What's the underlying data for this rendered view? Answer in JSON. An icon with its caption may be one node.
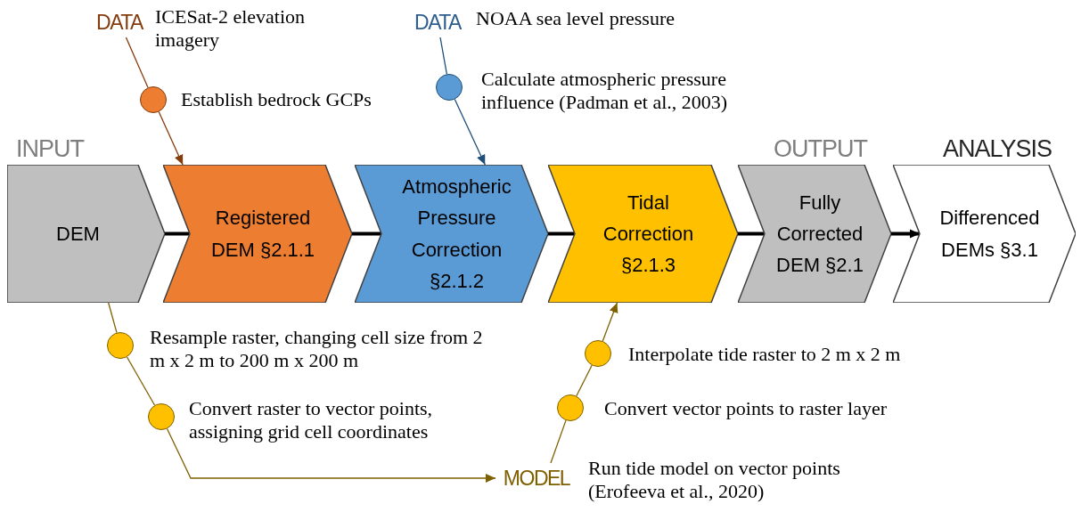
{
  "diagram": {
    "nodes": [
      {
        "text": [
          "INPUT",
          "DEM"
        ]
      },
      {
        "text": [
          "Registered DEM §2.1.1"
        ]
      },
      {
        "text": [
          "Atmospheric Pressure Correction §2.1.2"
        ]
      },
      {
        "text": [
          "Tidal Correction §2.1.3"
        ]
      },
      {
        "text": [
          "OUTPUT",
          "Fully Corrected DEM §2.1"
        ]
      },
      {
        "text": [
          "ANALYSIS",
          "Differenced DEMs §3.1"
        ]
      },
      {
        "text": [
          "DATA"
        ],
        "beside": [
          "ICESat-2 elevation",
          "imagery"
        ]
      },
      {
        "text": [],
        "shape": "circle",
        "beside": [
          "Establish bedrock GCPs"
        ]
      },
      {
        "text": [
          "DATA"
        ],
        "beside": [
          "NOAA sea level pressure"
        ]
      },
      {
        "text": [],
        "shape": "circle",
        "beside": [
          "Calculate atmospheric pressure influence (Padman et al., 2003)"
        ]
      },
      {
        "text": [],
        "shape": "circle",
        "beside": [
          "Resample raster, changing cell size from 2 m x 2 m to 200 m x 200 m"
        ]
      },
      {
        "text": [],
        "shape": "circle",
        "beside": [
          "Convert raster to vector points, assigning grid cell coordinates"
        ]
      },
      {
        "text": [
          "MODEL"
        ],
        "beside": [
          "Run tide model on vector points (Erofeeva et al., 2020)"
        ]
      },
      {
        "text": [],
        "shape": "circle",
        "beside": [
          "Convert vector points to raster layer"
        ]
      },
      {
        "text": [],
        "shape": "circle",
        "beside": [
          "Interpolate tide raster to 2 m x 2 m"
        ]
      }
    ],
    "edges": [
      {
        "from": 0,
        "to": 1,
        "arrow": "none",
        "style": "thick",
        "color": "#000000"
      },
      {
        "from": 1,
        "to": 2,
        "arrow": "none",
        "style": "thick",
        "color": "#000000"
      },
      {
        "from": 2,
        "to": 3,
        "arrow": "none",
        "style": "thick",
        "color": "#000000"
      },
      {
        "from": 3,
        "to": 4,
        "arrow": "none",
        "style": "thick",
        "color": "#000000"
      },
      {
        "from": 4,
        "to": 5,
        "arrow": "to",
        "style": "thick",
        "color": "#000000"
      },
      {
        "from": 6,
        "to": 7,
        "arrow": "none",
        "color": "#843c0c"
      },
      {
        "from": 7,
        "to": 1,
        "arrow": "to",
        "color": "#843c0c"
      },
      {
        "from": 8,
        "to": 9,
        "arrow": "none",
        "color": "#1f4e79"
      },
      {
        "from": 9,
        "to": 2,
        "arrow": "to",
        "color": "#1f4e79"
      },
      {
        "from": 0,
        "to": 10,
        "arrow": "none",
        "color": "#7f6000"
      },
      {
        "from": 10,
        "to": 11,
        "arrow": "none",
        "color": "#7f6000"
      },
      {
        "from": 11,
        "to": 12,
        "arrow": "to",
        "color": "#7f6000"
      },
      {
        "from": 12,
        "to": 13,
        "arrow": "none",
        "color": "#7f6000"
      },
      {
        "from": 13,
        "to": 14,
        "arrow": "none",
        "color": "#7f6000"
      },
      {
        "from": 14,
        "to": 3,
        "arrow": "to",
        "color": "#7f6000"
      }
    ]
  }
}
